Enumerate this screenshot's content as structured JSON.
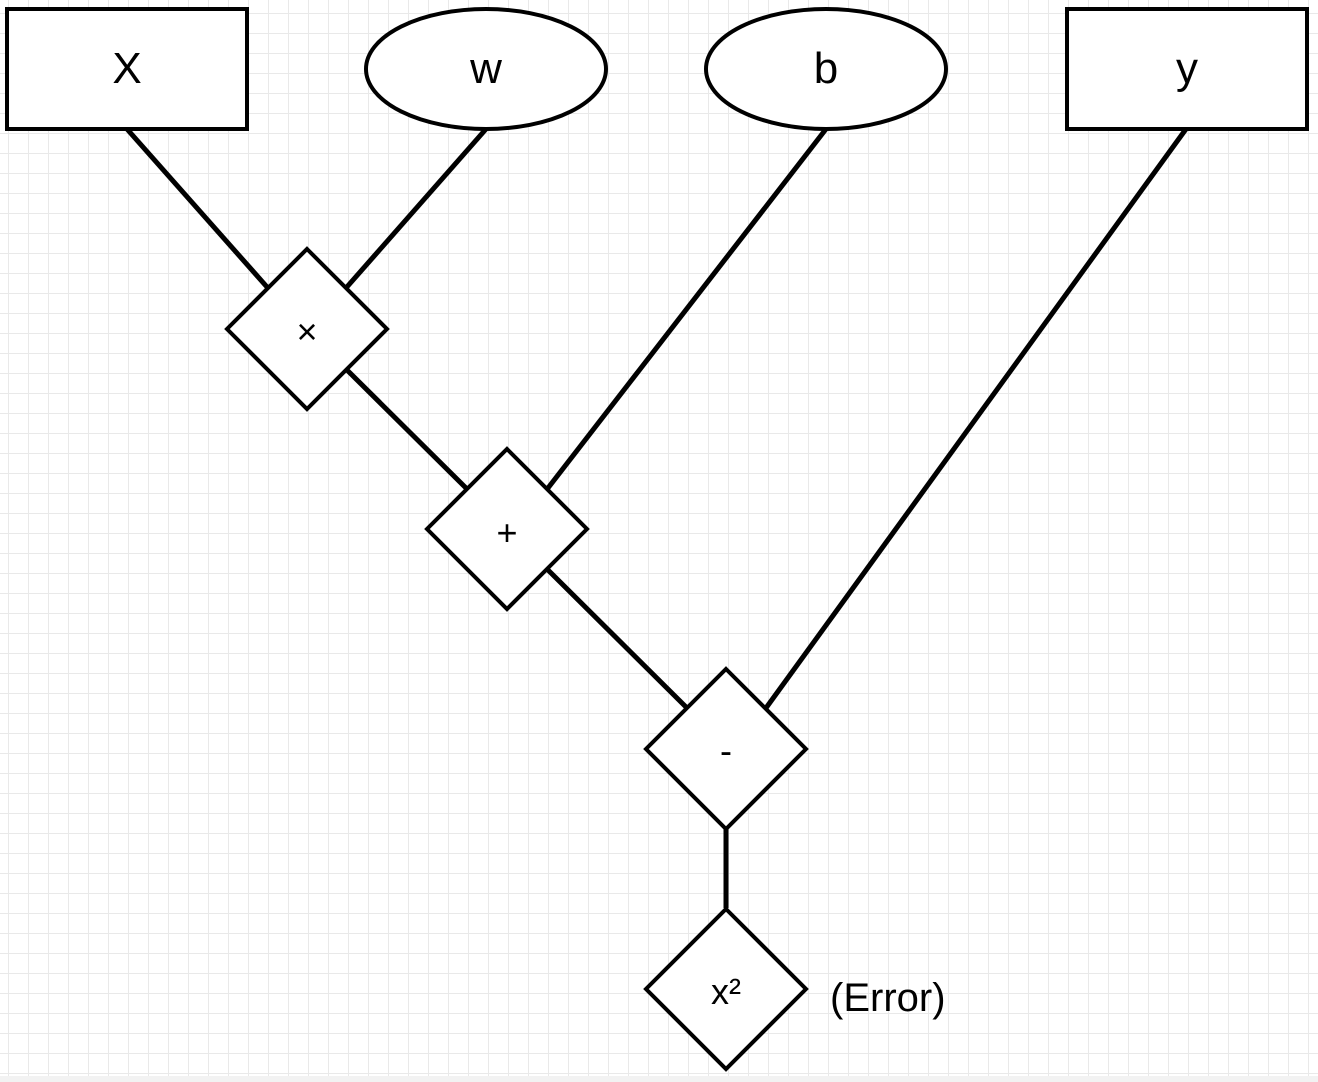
{
  "inputs": {
    "x_label": "X",
    "w_label": "w",
    "b_label": "b",
    "y_label": "y"
  },
  "ops": {
    "multiply": "×",
    "add": "+",
    "subtract": "-",
    "square": "x²"
  },
  "annotation": "(Error)"
}
